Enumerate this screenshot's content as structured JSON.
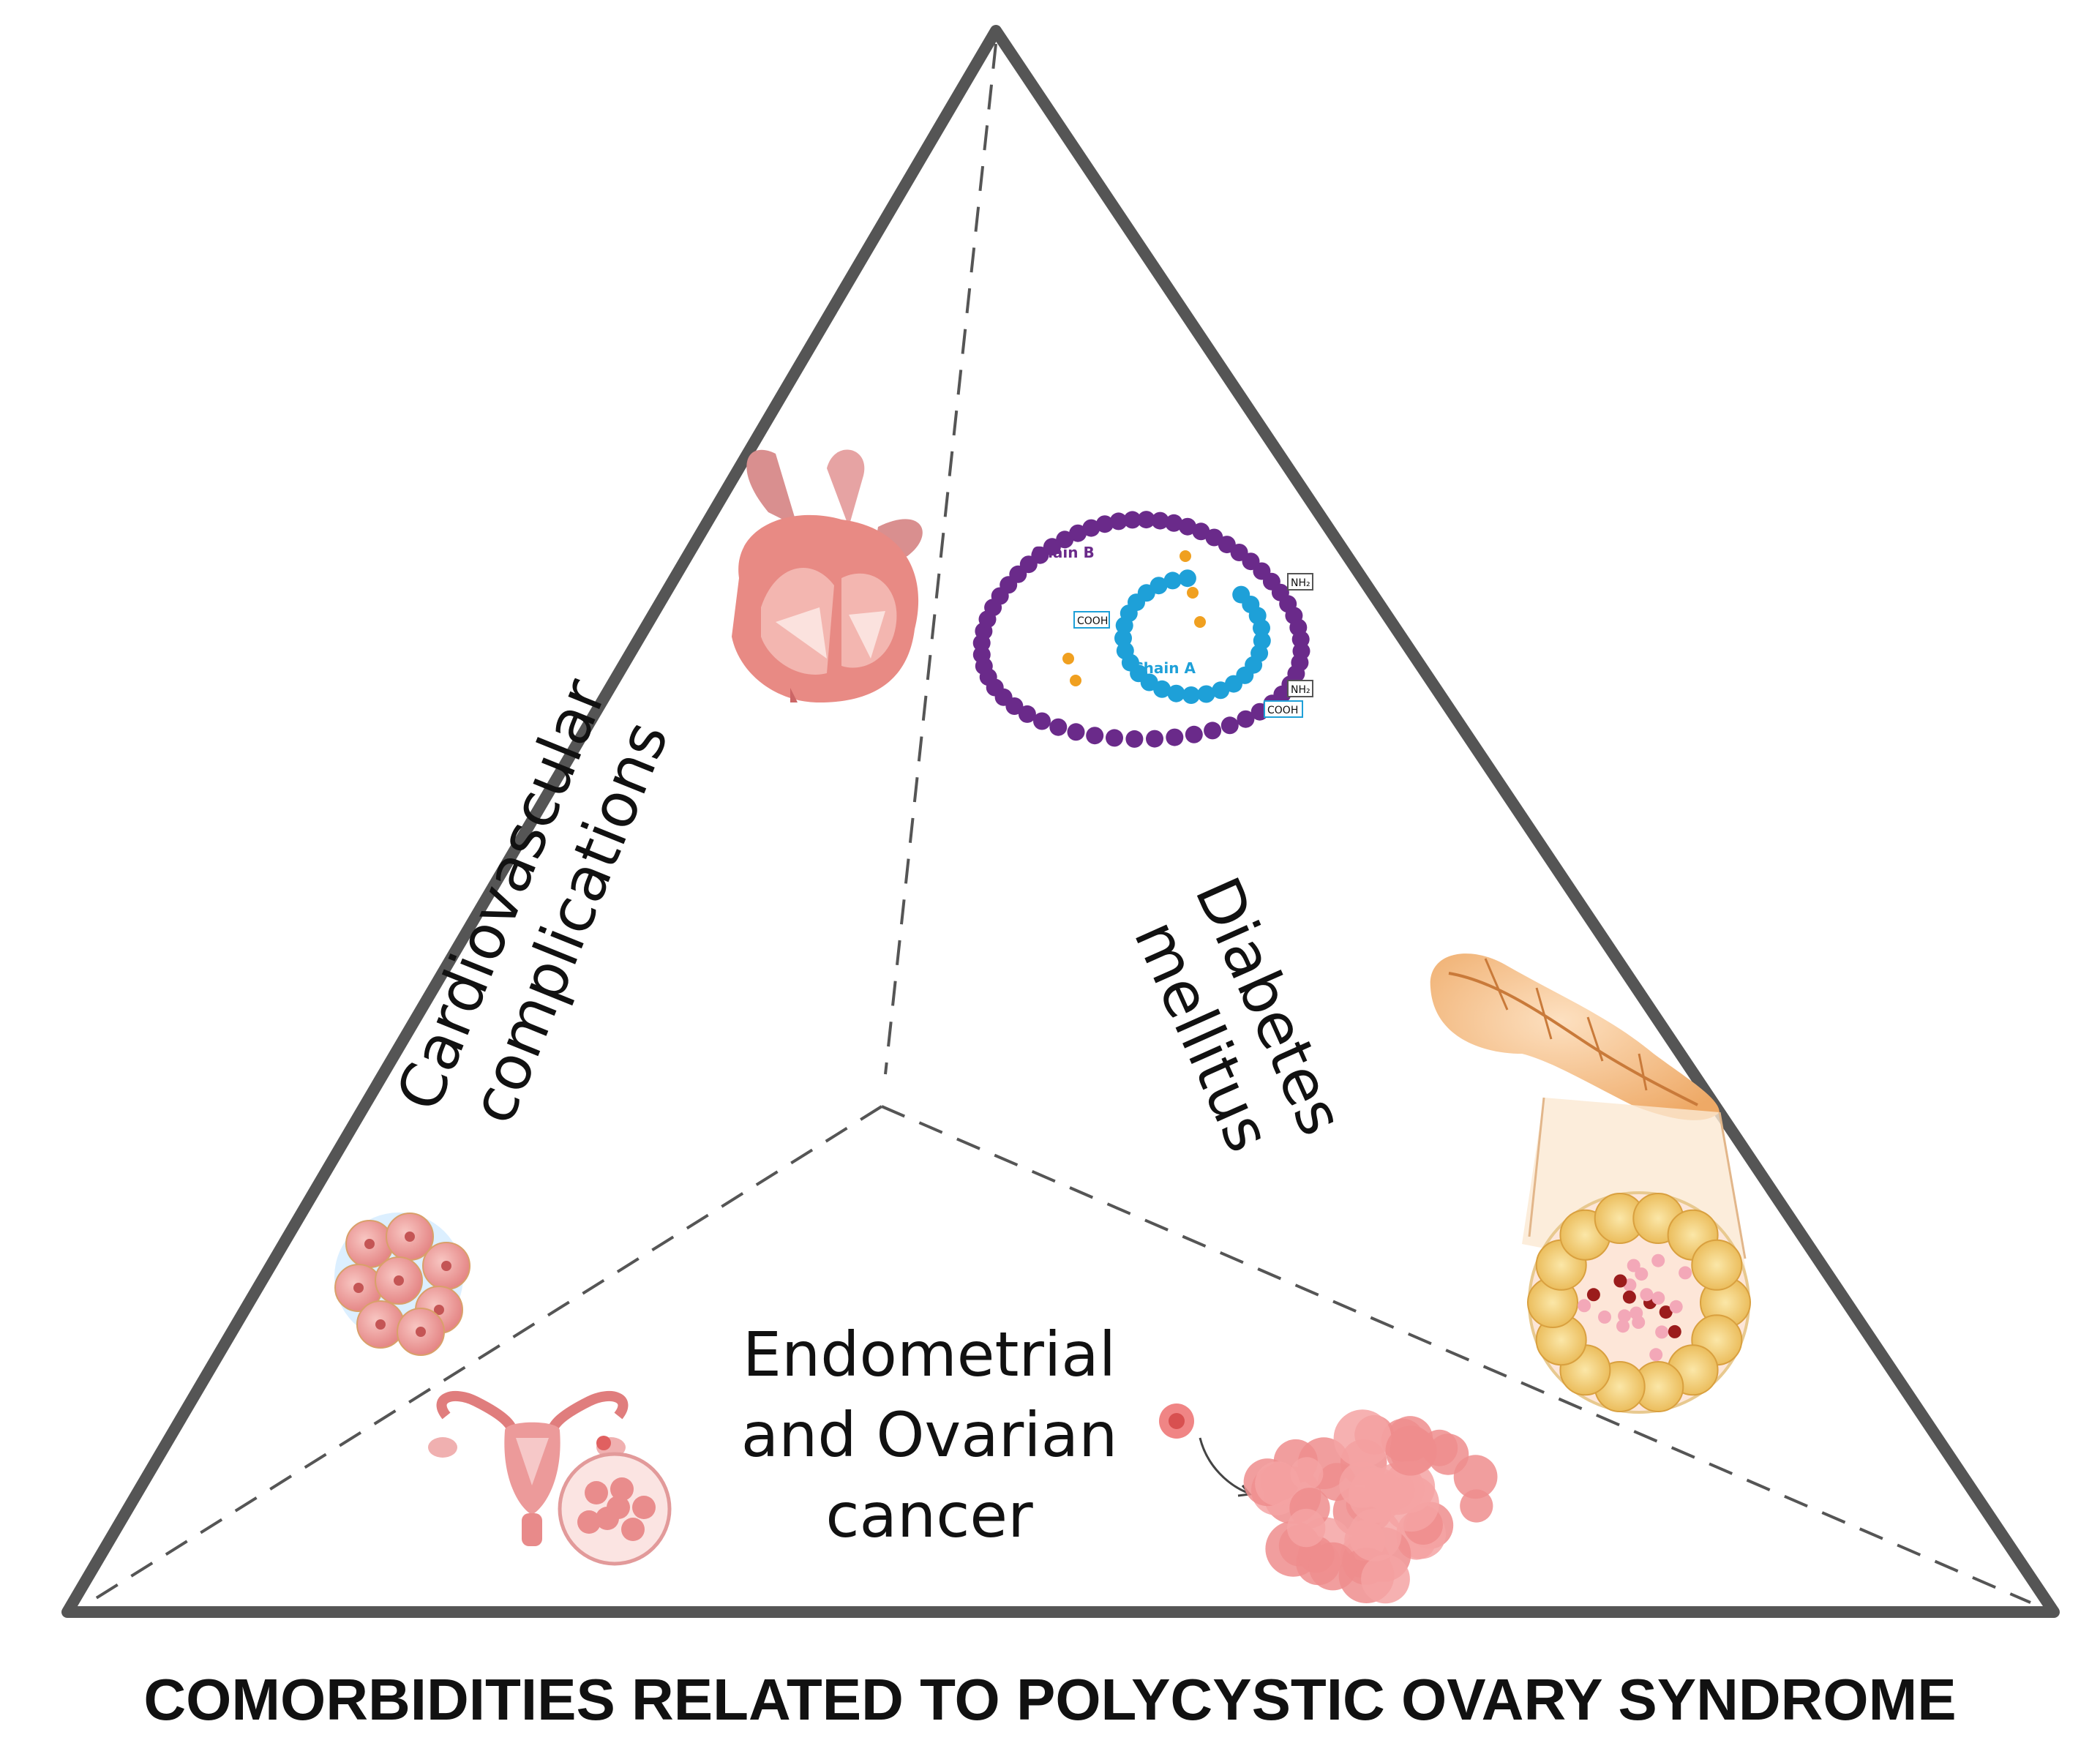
{
  "caption": "COMORBIDITIES RELATED TO POLYCYSTIC OVARY SYNDROME",
  "sections": {
    "cardiovascular": {
      "line1": "Cardiovascular",
      "line2": "complications"
    },
    "diabetes": {
      "line1": "Diabetes",
      "line2": "mellitus"
    },
    "cancer": {
      "line1": "Endometrial",
      "line2": "and Ovarian",
      "line3": "cancer"
    }
  },
  "insulin": {
    "chain_b_label": "Chain B",
    "chain_a_label": "Chain A",
    "tag_nh2": "NH₂",
    "tag_cooh": "COOH"
  },
  "colors": {
    "outline": "#555555",
    "chain_b": "#6a2a8a",
    "chain_a": "#1ea0d8",
    "disulfide": "#f0a020",
    "tissue_pink": "#e98c8c",
    "adipose": "#f3c15a"
  }
}
